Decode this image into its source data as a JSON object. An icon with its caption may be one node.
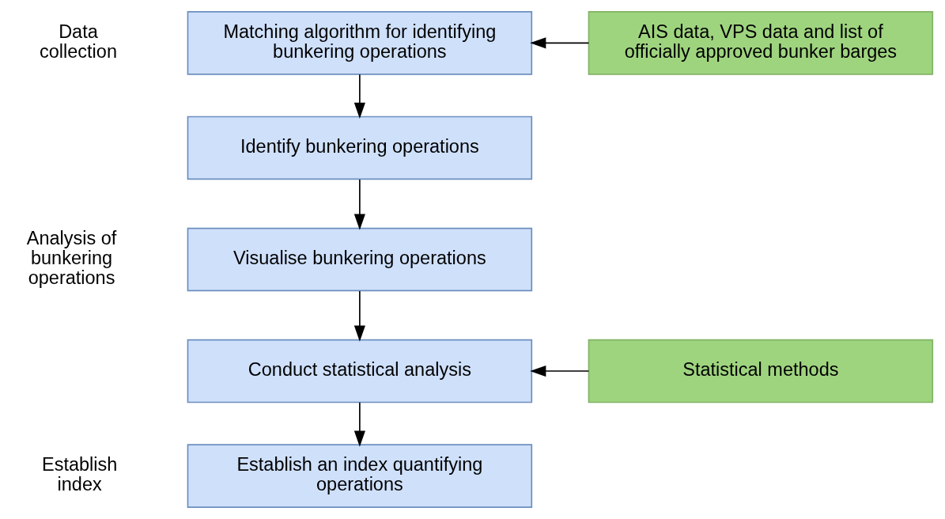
{
  "diagram": {
    "nodes": [
      {
        "text": [
          "Matching algorithm for identifying bunkering operations"
        ]
      },
      {
        "text": [
          "AIS data, VPS data and list of officially approved bunker barges"
        ]
      },
      {
        "text": [
          "Identify bunkering operations"
        ]
      },
      {
        "text": [
          "Visualise bunkering operations"
        ]
      },
      {
        "text": [
          "Conduct statistical analysis"
        ]
      },
      {
        "text": [
          "Statistical methods"
        ]
      },
      {
        "text": [
          "Establish an index quantifying operations"
        ]
      }
    ],
    "edges": [
      {
        "from": 1,
        "to": 0,
        "arrow": "to"
      },
      {
        "from": 0,
        "to": 2,
        "arrow": "to"
      },
      {
        "from": 2,
        "to": 3,
        "arrow": "to"
      },
      {
        "from": 3,
        "to": 4,
        "arrow": "to"
      },
      {
        "from": 5,
        "to": 4,
        "arrow": "to"
      },
      {
        "from": 4,
        "to": 6,
        "arrow": "to"
      }
    ],
    "labels": [
      "Data collection",
      "Analysis of bunkering operations",
      "Establish index"
    ]
  }
}
